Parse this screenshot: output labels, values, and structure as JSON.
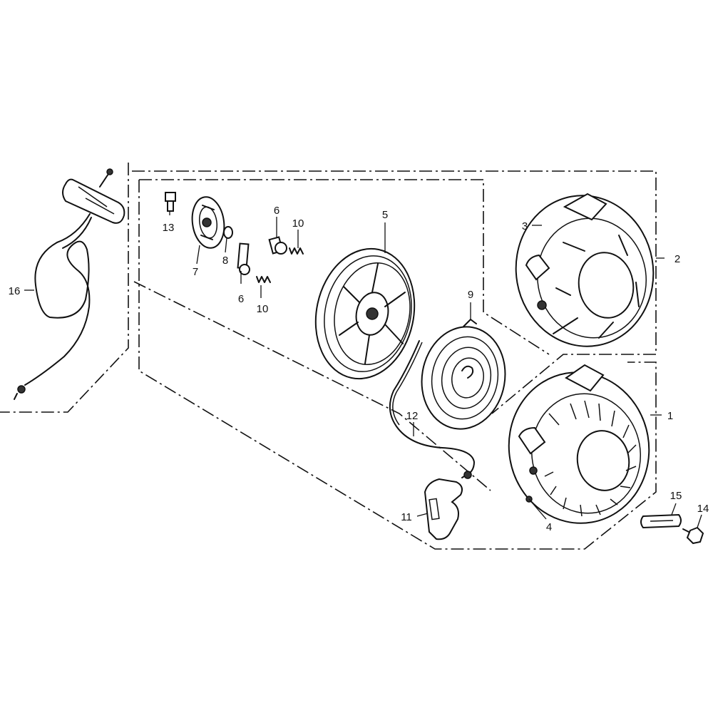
{
  "callouts": [
    "1",
    "2",
    "3",
    "4",
    "5",
    "6",
    "6",
    "7",
    "8",
    "9",
    "10",
    "10",
    "11",
    "12",
    "13",
    "14",
    "15",
    "16"
  ]
}
